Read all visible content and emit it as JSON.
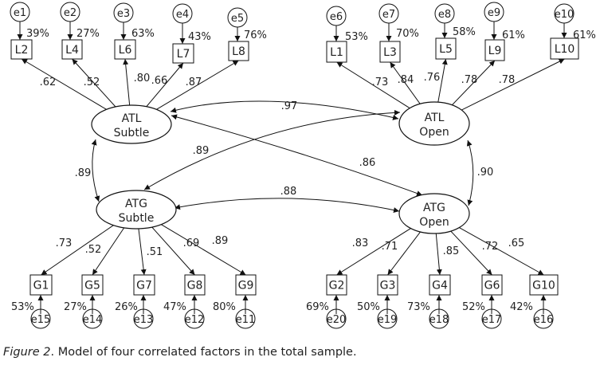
{
  "caption": {
    "figure_label": "Figure 2",
    "text": ". Model of four correlated factors in the total sample."
  },
  "latents": [
    {
      "id": "ATLS",
      "line1": "ATL",
      "line2": "Subtle"
    },
    {
      "id": "ATLO",
      "line1": "ATL",
      "line2": "Open"
    },
    {
      "id": "ATGS",
      "line1": "ATG",
      "line2": "Subtle"
    },
    {
      "id": "ATGO",
      "line1": "ATG",
      "line2": "Open"
    }
  ],
  "indicators": [
    {
      "name": "L2",
      "factor": "ATLS",
      "loading": ".62",
      "error": "e1",
      "r2": "39%"
    },
    {
      "name": "L4",
      "factor": "ATLS",
      "loading": ".52",
      "error": "e2",
      "r2": "27%"
    },
    {
      "name": "L6",
      "factor": "ATLS",
      "loading": ".80",
      "error": "e3",
      "r2": "63%"
    },
    {
      "name": "L7",
      "factor": "ATLS",
      "loading": ".66",
      "error": "e4",
      "r2": "43%"
    },
    {
      "name": "L8",
      "factor": "ATLS",
      "loading": ".87",
      "error": "e5",
      "r2": "76%"
    },
    {
      "name": "L1",
      "factor": "ATLO",
      "loading": ".73",
      "error": "e6",
      "r2": "53%"
    },
    {
      "name": "L3",
      "factor": "ATLO",
      "loading": ".84",
      "error": "e7",
      "r2": "70%"
    },
    {
      "name": "L5",
      "factor": "ATLO",
      "loading": ".76",
      "error": "e8",
      "r2": "58%"
    },
    {
      "name": "L9",
      "factor": "ATLO",
      "loading": ".78",
      "error": "e9",
      "r2": "61%"
    },
    {
      "name": "L10",
      "factor": "ATLO",
      "loading": ".78",
      "error": "e10",
      "r2": "61%"
    },
    {
      "name": "G1",
      "factor": "ATGS",
      "loading": ".73",
      "error": "e15",
      "r2": "53%"
    },
    {
      "name": "G5",
      "factor": "ATGS",
      "loading": ".52",
      "error": "e14",
      "r2": "27%"
    },
    {
      "name": "G7",
      "factor": "ATGS",
      "loading": ".51",
      "error": "e13",
      "r2": "26%"
    },
    {
      "name": "G8",
      "factor": "ATGS",
      "loading": ".69",
      "error": "e12",
      "r2": "47%"
    },
    {
      "name": "G9",
      "factor": "ATGS",
      "loading": ".89",
      "error": "e11",
      "r2": "80%"
    },
    {
      "name": "G2",
      "factor": "ATGO",
      "loading": ".83",
      "error": "e20",
      "r2": "69%"
    },
    {
      "name": "G3",
      "factor": "ATGO",
      "loading": ".71",
      "error": "e19",
      "r2": "50%"
    },
    {
      "name": "G4",
      "factor": "ATGO",
      "loading": ".85",
      "error": "e18",
      "r2": "73%"
    },
    {
      "name": "G6",
      "factor": "ATGO",
      "loading": ".72",
      "error": "e17",
      "r2": "52%"
    },
    {
      "name": "G10",
      "factor": "ATGO",
      "loading": ".65",
      "error": "e16",
      "r2": "42%"
    }
  ],
  "correlations": [
    {
      "from": "ATLS",
      "to": "ATLO",
      "value": ".97"
    },
    {
      "from": "ATLS",
      "to": "ATGS",
      "value": ".89"
    },
    {
      "from": "ATLO",
      "to": "ATGS",
      "value": ".89"
    },
    {
      "from": "ATLS",
      "to": "ATGO",
      "value": ".86"
    },
    {
      "from": "ATGS",
      "to": "ATGO",
      "value": ".88"
    },
    {
      "from": "ATLO",
      "to": "ATGO",
      "value": ".90"
    }
  ]
}
